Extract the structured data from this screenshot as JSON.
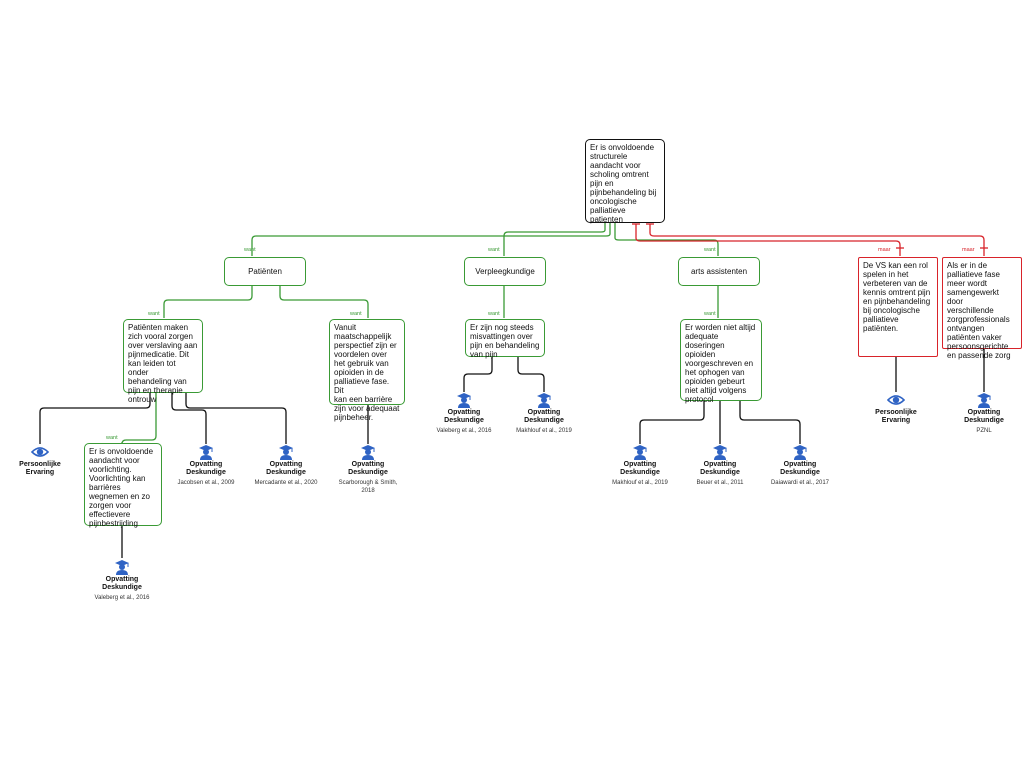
{
  "nodes": {
    "root": "Er is onvoldoende\nstructurele\naandacht voor\nscholing omtrent\npijn en\npijnbehandeling bij\noncologische\npalliatieve\npatienten",
    "patienten": "Patiënten",
    "verpleegkundige": "Verpleegkundige",
    "arts_assistenten": "arts assistenten",
    "patienten_zorgen": "Patiënten maken\nzich vooral zorgen\nover verslaving aan\npijnmedicatie. Dit\nkan leiden tot onder\nbehandeling van\npijn en therapie\nontrouw",
    "maatschappelijk": "Vanuit\nmaatschappelijk\nperspectief zijn er\nvoordelen over\nhet gebruik van\nopioiden in de\npalliatieve fase. Dit\nkan een barrière\nzijn voor adequaat\npijnbeheer.",
    "voorlichting": "Er is onvoldoende\naandacht voor\nvoorlichting.\nVoorlichting kan\nbarrières\nwegnemen en zo\nzorgen voor\neffectievere\npijnbestrijding",
    "misvattingen": "Er zijn nog steeds\nmisvattingen over\npijn en behandeling\nvan pijn",
    "doseringen": "Er worden niet altijd\nadequate\ndoseringen\nopioiden\nvoorgeschreven en\nhet ophogen van\nopioiden gebeurt\nniet altijd volgens\nprotocol",
    "vs_rol": "De VS kan een rol\nspelen in het\nverbeteren van de\nkennis omtrent pijn\nen pijnbehandeling\nbij oncologische\npalliatieve\npatiënten.",
    "samenwerking": "Als er in de\npalliatieve fase\nmeer wordt\nsamengewerkt door\nverschillende\nzorgprofessionals\nontvangen\npatiënten vaker\npersoonsgerichte\nen passende zorg"
  },
  "labels": {
    "want": "want",
    "maar": "maar"
  },
  "evidence": [
    {
      "id": "e1",
      "type": "eye-icon",
      "title": "Persoonlijke\nErvaring",
      "source": ""
    },
    {
      "id": "e2",
      "type": "expert-icon",
      "title": "Opvatting\nDeskundige",
      "source": "Jacobsen et al., 2009"
    },
    {
      "id": "e3",
      "type": "expert-icon",
      "title": "Opvatting\nDeskundige",
      "source": "Mercadante et al., 2020"
    },
    {
      "id": "e4",
      "type": "expert-icon",
      "title": "Opvatting\nDeskundige",
      "source": "Scarborough & Smith,\n2018"
    },
    {
      "id": "e5",
      "type": "expert-icon",
      "title": "Opvatting\nDeskundige",
      "source": "Valeberg et al., 2016"
    },
    {
      "id": "e6",
      "type": "expert-icon",
      "title": "Opvatting\nDeskundige",
      "source": "Valeberg et al., 2016"
    },
    {
      "id": "e7",
      "type": "expert-icon",
      "title": "Opvatting\nDeskundige",
      "source": "Makhlouf et al., 2019"
    },
    {
      "id": "e8",
      "type": "expert-icon",
      "title": "Opvatting\nDeskundige",
      "source": "Makhlouf et al., 2019"
    },
    {
      "id": "e9",
      "type": "expert-icon",
      "title": "Opvatting\nDeskundige",
      "source": "Beuer et al., 2011"
    },
    {
      "id": "e10",
      "type": "expert-icon",
      "title": "Opvatting\nDeskundige",
      "source": "Daiawardi et al., 2017"
    },
    {
      "id": "e11",
      "type": "eye-icon",
      "title": "Persoonlijke\nErvaring",
      "source": ""
    },
    {
      "id": "e12",
      "type": "expert-icon",
      "title": "Opvatting\nDeskundige",
      "source": "PZNL"
    }
  ],
  "colors": {
    "pro": "#3a9a35",
    "con": "#d8232a",
    "evidence_line": "#111111",
    "icon": "#2f63c4"
  }
}
